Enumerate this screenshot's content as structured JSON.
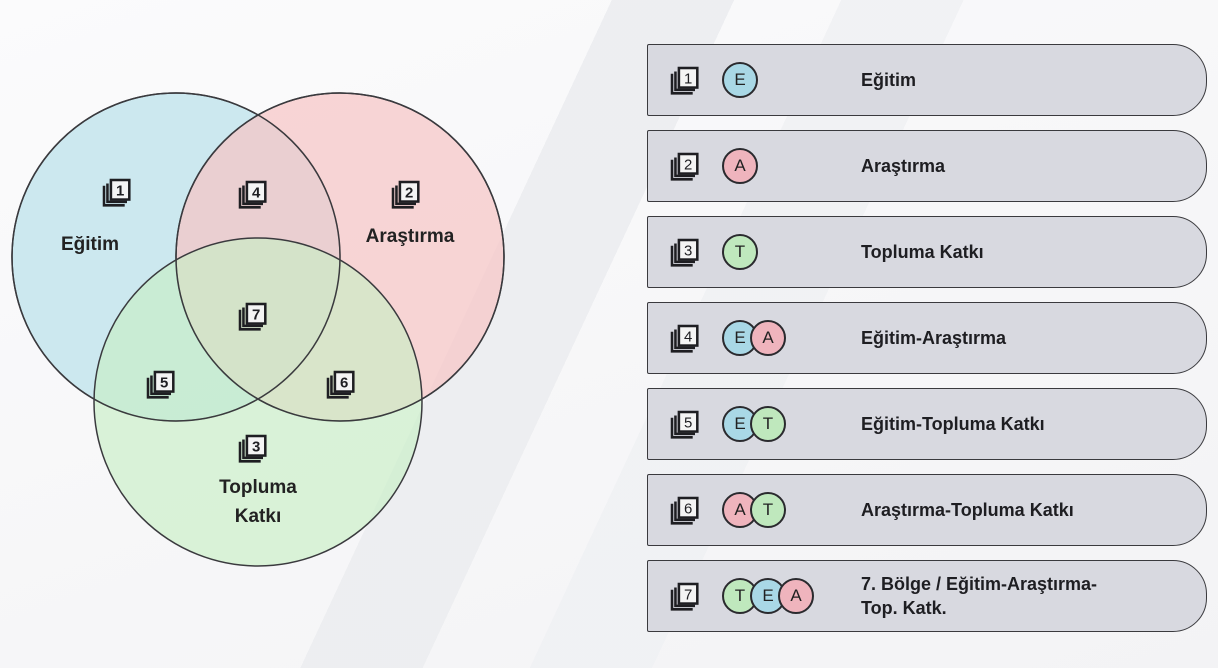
{
  "colors": {
    "E": "#bfe3ec",
    "A": "#f7c5c5",
    "T": "#c6efc4",
    "E_badge": "#a9d8e6",
    "A_badge": "#efb4bd",
    "T_badge": "#bfe8bd"
  },
  "venn": {
    "labels": {
      "egitim": "Eğitim",
      "arastirma": "Araştırma",
      "topluma1": "Topluma",
      "topluma2": "Katkı"
    },
    "regions": [
      "1",
      "2",
      "3",
      "4",
      "5",
      "6",
      "7"
    ]
  },
  "legend": [
    {
      "num": "1",
      "badges": [
        "E"
      ],
      "label": "Eğitim"
    },
    {
      "num": "2",
      "badges": [
        "A"
      ],
      "label": "Araştırma"
    },
    {
      "num": "3",
      "badges": [
        "T"
      ],
      "label": "Topluma Katkı"
    },
    {
      "num": "4",
      "badges": [
        "E",
        "A"
      ],
      "label": "Eğitim-Araştırma"
    },
    {
      "num": "5",
      "badges": [
        "E",
        "T"
      ],
      "label": "Eğitim-Topluma Katkı"
    },
    {
      "num": "6",
      "badges": [
        "A",
        "T"
      ],
      "label": "Araştırma-Topluma Katkı"
    },
    {
      "num": "7",
      "badges": [
        "T",
        "E",
        "A"
      ],
      "label_line1": "7. Bölge / Eğitim-Araştırma-",
      "label_line2": "Top. Katk."
    }
  ]
}
